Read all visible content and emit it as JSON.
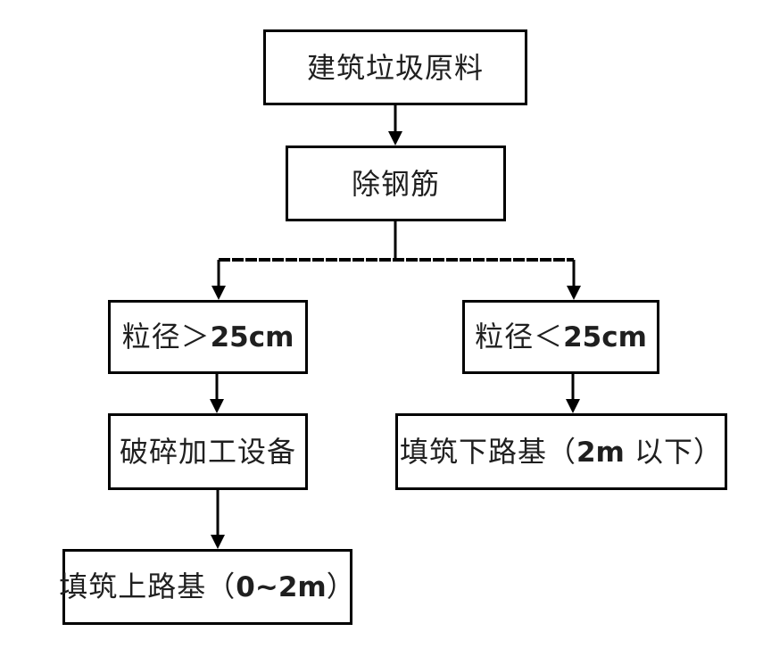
{
  "diagram": {
    "type": "flowchart",
    "description": "construction waste roadbed filling process flowchart",
    "colors": {
      "line": "#000000",
      "box_border": "#000000",
      "text": "#1f1f1f",
      "background": "#ffffff"
    },
    "nodes": {
      "raw": {
        "text": "建筑垃圾原料",
        "segments": [
          {
            "t": "建筑垃圾原料",
            "k": "cjk"
          }
        ]
      },
      "remove_rebar": {
        "text": "除钢筋",
        "segments": [
          {
            "t": "除钢筋",
            "k": "cjk"
          }
        ]
      },
      "large_particle": {
        "text": "粒径＞25cm",
        "segments": [
          {
            "t": "粒径＞",
            "k": "cjk"
          },
          {
            "t": "25cm",
            "k": "latin"
          }
        ]
      },
      "small_particle": {
        "text": "粒径＜25cm",
        "segments": [
          {
            "t": "粒径＜",
            "k": "cjk"
          },
          {
            "t": "25cm",
            "k": "latin"
          }
        ]
      },
      "crusher": {
        "text": "破碎加工设备",
        "segments": [
          {
            "t": "破碎加工设备",
            "k": "cjk"
          }
        ]
      },
      "lower_subgrade": {
        "text": "填筑下路基（2m 以下）",
        "segments": [
          {
            "t": "填筑下路基（",
            "k": "cjk"
          },
          {
            "t": "2m",
            "k": "latin"
          },
          {
            "t": " 以下）",
            "k": "cjk"
          }
        ]
      },
      "upper_subgrade": {
        "text": "填筑上路基（0~2m）",
        "segments": [
          {
            "t": "填筑上路基（",
            "k": "cjk"
          },
          {
            "t": "0~2m",
            "k": "latin"
          },
          {
            "t": "）",
            "k": "cjk"
          }
        ]
      }
    },
    "edges": [
      {
        "from": "raw",
        "to": "remove_rebar"
      },
      {
        "from": "remove_rebar",
        "to": "large_particle"
      },
      {
        "from": "remove_rebar",
        "to": "small_particle"
      },
      {
        "from": "large_particle",
        "to": "crusher"
      },
      {
        "from": "crusher",
        "to": "upper_subgrade"
      },
      {
        "from": "small_particle",
        "to": "lower_subgrade"
      }
    ]
  }
}
